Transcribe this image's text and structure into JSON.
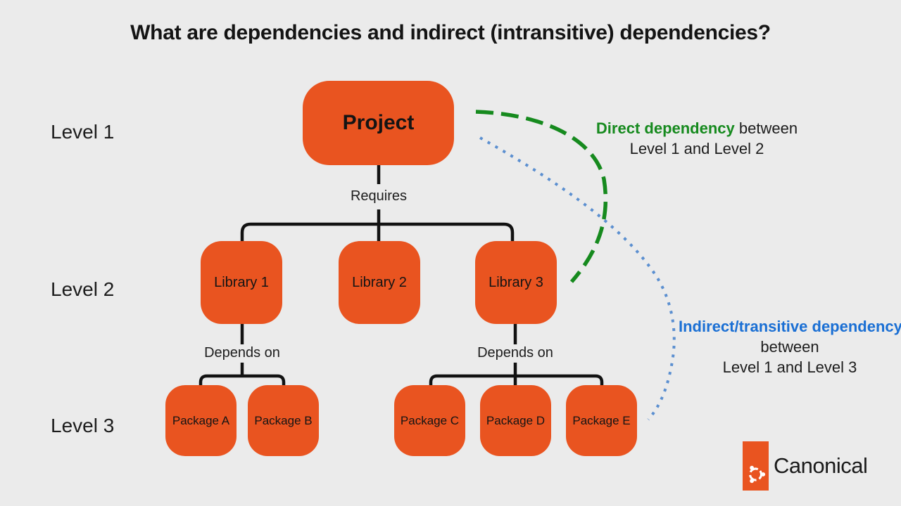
{
  "title": "What are dependencies and indirect (intransitive) dependencies?",
  "level_labels": {
    "level1": "Level 1",
    "level2": "Level 2",
    "level3": "Level 3"
  },
  "nodes": {
    "project": "Project",
    "libraries": [
      "Library 1",
      "Library 2",
      "Library 3"
    ],
    "packages": [
      "Package A",
      "Package B",
      "Package C",
      "Package D",
      "Package E"
    ]
  },
  "edge_labels": {
    "requires": "Requires",
    "depends_left": "Depends on",
    "depends_right": "Depends on"
  },
  "annotations": {
    "direct": {
      "highlight": "Direct dependency",
      "rest": "between",
      "line2": "Level 1 and Level 2"
    },
    "indirect": {
      "highlight": "Indirect/transitive dependency",
      "line2": "between",
      "line3": "Level 1 and Level 3"
    }
  },
  "branding": {
    "company": "Canonical"
  },
  "colors": {
    "orange": "#E95420",
    "green": "#168A1E",
    "blue_text": "#1A6FD4",
    "blue_dotted": "#5B8FD0",
    "background": "#EBEBEB",
    "line": "#121212"
  }
}
